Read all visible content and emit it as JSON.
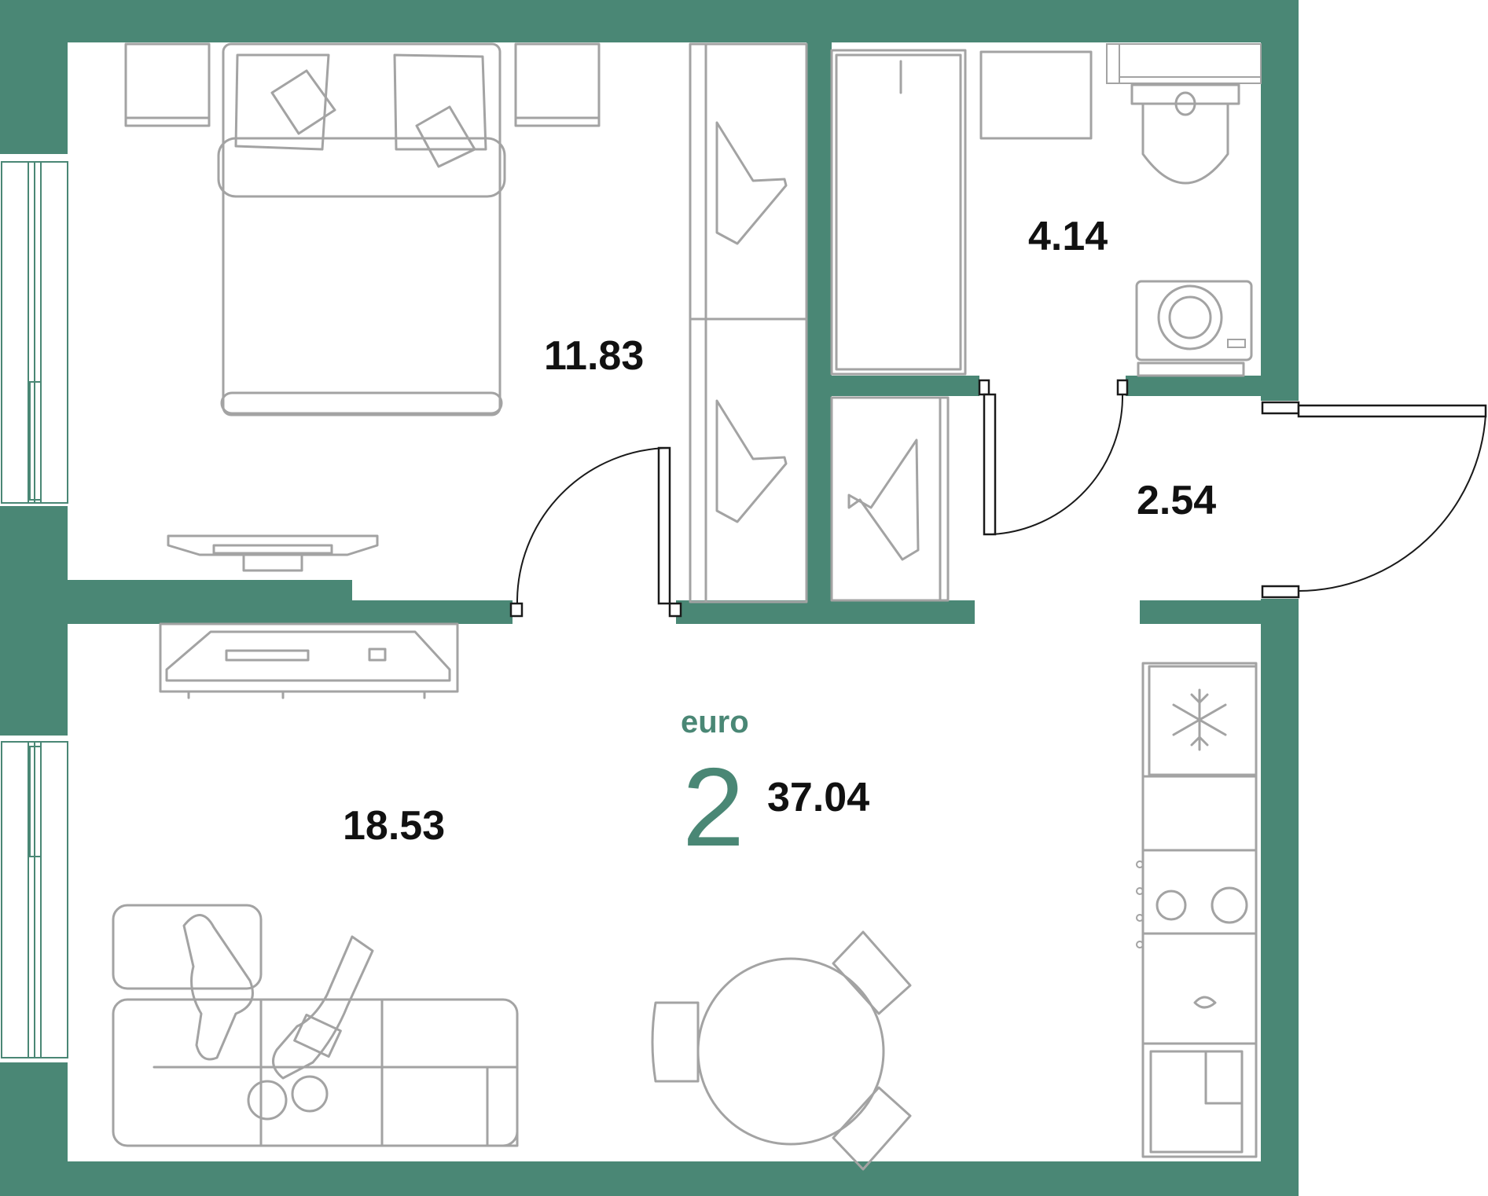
{
  "plan": {
    "layout_tag": "euro",
    "rooms_count": "2",
    "total_area": "37.04",
    "accent_color": "#4a8775",
    "rooms": [
      {
        "id": "bedroom",
        "area": "11.83"
      },
      {
        "id": "bathroom",
        "area": "4.14"
      },
      {
        "id": "hallway",
        "area": "2.54"
      },
      {
        "id": "kitchen-living",
        "area": "18.53"
      }
    ]
  }
}
